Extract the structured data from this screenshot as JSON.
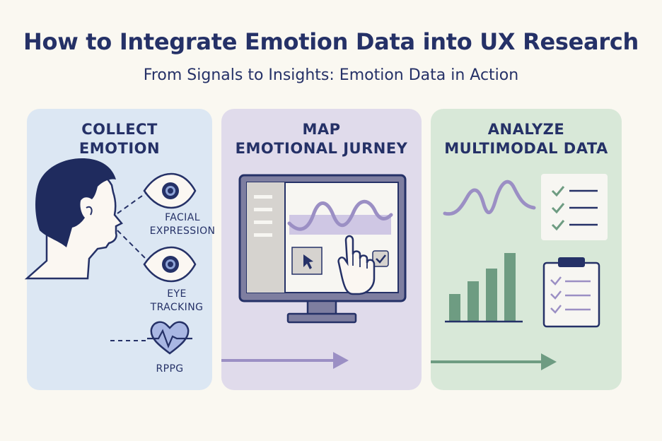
{
  "header": {
    "title": "How to Integrate Emotion Data into UX Research",
    "subtitle": "From Signals to Insights: Emotion Data in Action"
  },
  "panels": [
    {
      "title_line1": "COLLECT",
      "title_line2": "EMOTION",
      "signals": [
        "FACIAL\nEXPRESSION",
        "EYE\nTRACKING",
        "RPPG"
      ]
    },
    {
      "title_line1": "MAP",
      "title_line2": "EMOTIONAL JURNEY"
    },
    {
      "title_line1": "ANALYZE",
      "title_line2": "MULTIMODAL DATA"
    }
  ],
  "colors": {
    "navy": "#253167",
    "purple": "#9b8fc4",
    "green": "#6e9c82",
    "panel_blue": "#dce7f3",
    "panel_purple": "#e0dbeb",
    "panel_green": "#d8e8d8"
  }
}
